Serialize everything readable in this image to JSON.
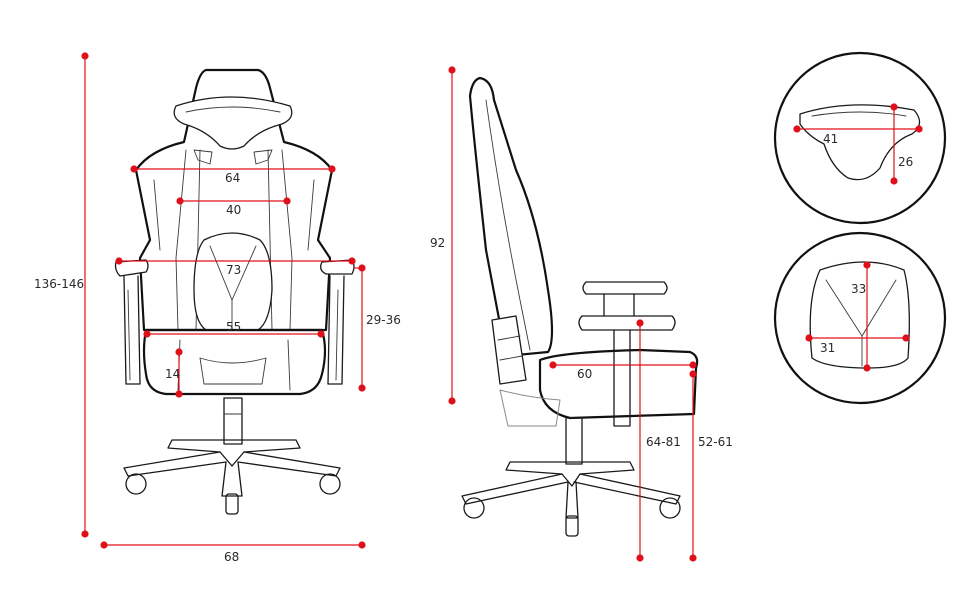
{
  "accent_color": "#e0101a",
  "labels": {
    "total_height": "136-146",
    "base_width": "68",
    "back_width_top": "64",
    "headrest_width": "40",
    "armrest_outer_width": "73",
    "seat_width": "55",
    "seat_cushion_height": "14",
    "armrest_height": "29-36",
    "backrest_height": "92",
    "seat_depth": "60",
    "armrest_floor_height": "64-81",
    "seat_floor_height": "52-61",
    "headrest_pillow_width": "41",
    "headrest_pillow_height": "26",
    "lumbar_pillow_height": "33",
    "lumbar_pillow_width": "31"
  }
}
